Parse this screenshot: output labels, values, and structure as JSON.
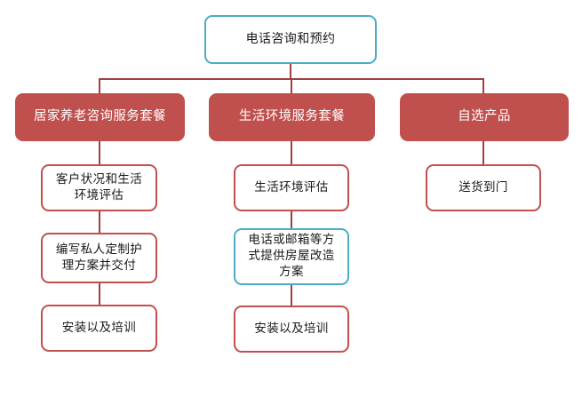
{
  "diagram": {
    "type": "flowchart",
    "title_node": {
      "label": "电话咨询和预约",
      "border_color": "#4bacc6",
      "fill_color": "#ffffff"
    },
    "colors": {
      "red_fill": "#c0504d",
      "red_border": "#c0504d",
      "blue_border": "#4bacc6",
      "connector": "#a04040",
      "white_fill": "#ffffff",
      "text_dark": "#1a1a1a",
      "text_light": "#ffffff"
    },
    "branches": [
      {
        "header": "居家养老咨询服务套餐",
        "steps": [
          {
            "label": "客户状况和生活\n环境评估",
            "border_color": "#c0504d"
          },
          {
            "label": "编写私人定制护\n理方案并交付",
            "border_color": "#c0504d"
          },
          {
            "label": "安装以及培训",
            "border_color": "#c0504d"
          }
        ]
      },
      {
        "header": "生活环境服务套餐",
        "steps": [
          {
            "label": "生活环境评估",
            "border_color": "#c0504d"
          },
          {
            "label": "电话或邮箱等方\n式提供房屋改造\n方案",
            "border_color": "#4bacc6"
          },
          {
            "label": "安装以及培训",
            "border_color": "#c0504d"
          }
        ]
      },
      {
        "header": "自选产品",
        "steps": [
          {
            "label": "送货到门",
            "border_color": "#c0504d"
          }
        ]
      }
    ]
  }
}
